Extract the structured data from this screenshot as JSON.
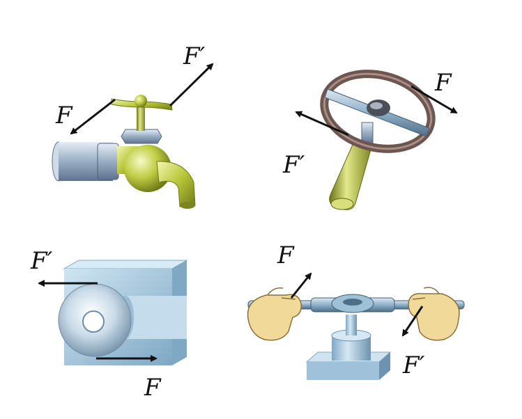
{
  "panels": {
    "faucet": {
      "label_f": "F",
      "label_f_prime": "F′"
    },
    "steering": {
      "label_f": "F",
      "label_f_prime": "F′"
    },
    "die": {
      "label_f": "F",
      "label_f_prime": "F′"
    },
    "tap": {
      "label_f": "F",
      "label_f_prime": "F′"
    }
  },
  "colors": {
    "arrow": "#111111",
    "brass": "#b8c63a",
    "steel": "#9fb3c8",
    "ice_blue": "#a9cde2",
    "skin": "#f1d99a",
    "wheel_rim": "#6e5550"
  }
}
